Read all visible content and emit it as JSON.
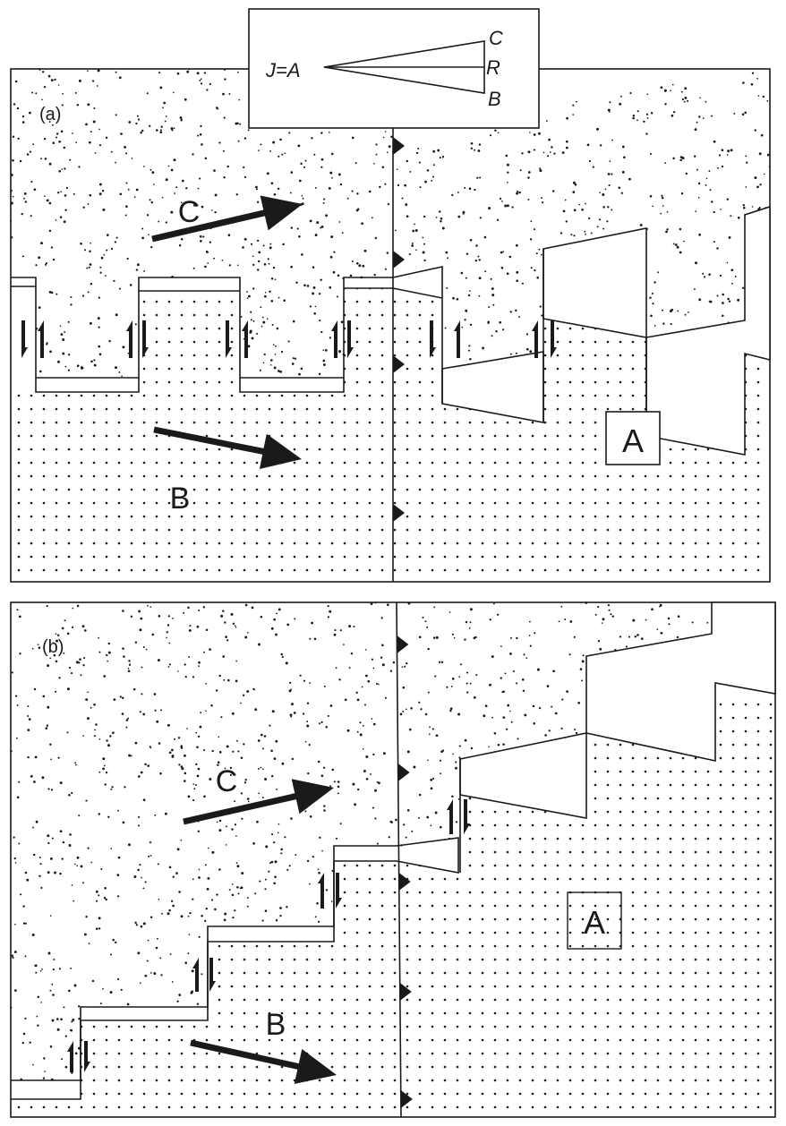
{
  "legend": {
    "junction": "J=A",
    "top": "C",
    "middle": "R",
    "bottom": "B"
  },
  "panel_a": {
    "tag": "(a)",
    "plate_upper": "C",
    "plate_lower": "B",
    "plate_right": "A"
  },
  "panel_b": {
    "tag": "(b)",
    "plate_upper": "C",
    "plate_lower": "B",
    "plate_right": "A"
  },
  "colors": {
    "ink": "#1a1a1a",
    "background": "#ffffff"
  }
}
